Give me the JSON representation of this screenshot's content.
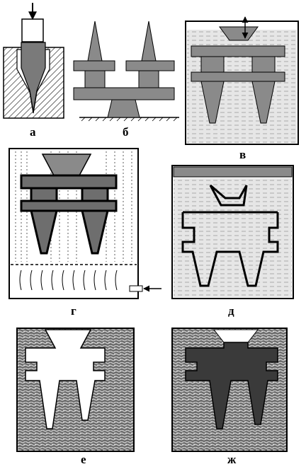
{
  "captions": {
    "a": "а",
    "b": "б",
    "v": "в",
    "g": "г",
    "d": "д",
    "e": "е",
    "zh": "ж"
  }
}
